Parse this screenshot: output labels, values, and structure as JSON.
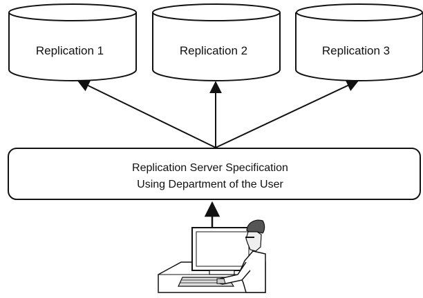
{
  "databases": [
    {
      "label": "Replication 1"
    },
    {
      "label": "Replication 2"
    },
    {
      "label": "Replication 3"
    }
  ],
  "server": {
    "line1": "Replication Server Specification",
    "line2": "Using Department of the User"
  },
  "user": {
    "icon": "user-at-computer-icon"
  }
}
